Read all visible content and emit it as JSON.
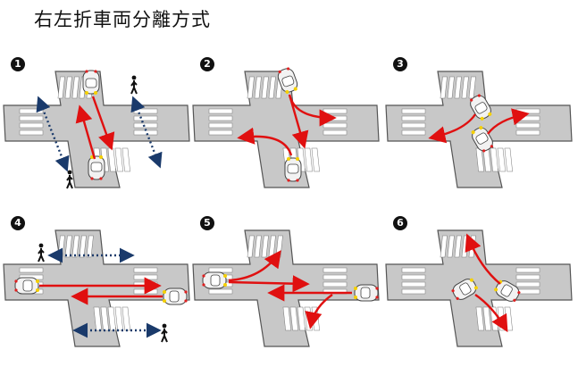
{
  "title": "右左折車両分離方式",
  "panels": [
    {
      "label": "1",
      "cars": [
        "northbound-straight",
        "southbound-straight"
      ],
      "pedestrians": [
        "west-crosswalk",
        "east-crosswalk"
      ]
    },
    {
      "label": "2",
      "cars": [
        "northbound-left-turn",
        "southbound-left-turn"
      ],
      "pedestrians": []
    },
    {
      "label": "3",
      "cars": [
        "northbound-right-turn",
        "southbound-right-turn"
      ],
      "pedestrians": []
    },
    {
      "label": "4",
      "cars": [
        "eastbound-straight",
        "westbound-straight"
      ],
      "pedestrians": [
        "north-crosswalk",
        "south-crosswalk"
      ]
    },
    {
      "label": "5",
      "cars": [
        "eastbound-left-turn",
        "westbound-left-turn"
      ],
      "pedestrians": []
    },
    {
      "label": "6",
      "cars": [
        "eastbound-right-turn",
        "westbound-right-turn"
      ],
      "pedestrians": []
    }
  ],
  "colors": {
    "road": "#c8c8c8",
    "road_edge": "#555555",
    "vehicle_arrow": "#e01010",
    "pedestrian_arrow": "#1a3a6b",
    "car_body": "#f2f2f2",
    "car_light": "#f5d000",
    "car_tail": "#e02020"
  }
}
